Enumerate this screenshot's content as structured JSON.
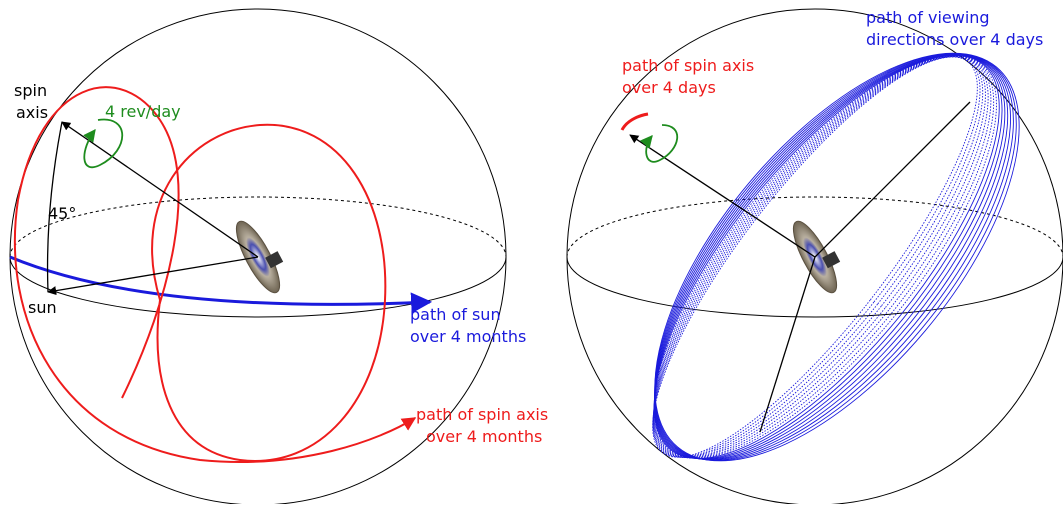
{
  "left_panel": {
    "spin_axis_label": [
      "spin",
      "axis"
    ],
    "spin_rate_label": "4 rev/day",
    "angle_label": "45°",
    "sun_label": "sun",
    "sun_path_label": [
      "path of sun",
      "over 4 months"
    ],
    "axis_path_label": [
      "path of spin axis",
      "over 4 months"
    ]
  },
  "right_panel": {
    "viewing_path_label": [
      "path of viewing",
      "directions over 4 days"
    ],
    "axis_path_label": [
      "path of spin axis",
      "over 4 days"
    ]
  },
  "colors": {
    "black": "#000000",
    "red": "#ee1c1c",
    "blue": "#1a1adc",
    "green": "#1e8c1e",
    "dish": "#8c826e"
  }
}
